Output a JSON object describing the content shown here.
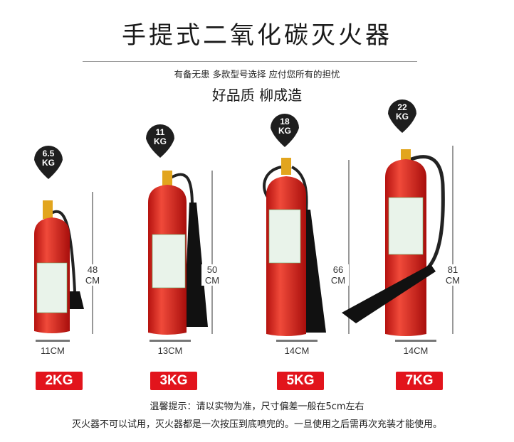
{
  "header": {
    "title": "手提式二氧化碳灭火器",
    "subtitle": "有备无患 多款型号选择 应付您所有的担忧",
    "slogan": "好品质 柳成造"
  },
  "products": [
    {
      "weight_tag": "6.5\nKG",
      "height": "48\nCM",
      "width": "11CM",
      "capacity": "2KG"
    },
    {
      "weight_tag": "11\nKG",
      "height": "50\nCM",
      "width": "13CM",
      "capacity": "3KG"
    },
    {
      "weight_tag": "18\nKG",
      "height": "66\nCM",
      "width": "14CM",
      "capacity": "5KG"
    },
    {
      "weight_tag": "22\nKG",
      "height": "81\nCM",
      "width": "14CM",
      "capacity": "7KG"
    }
  ],
  "notes": {
    "tip": "温馨提示：请以实物为准，尺寸偏差一般在5cm左右",
    "warning": "灭火器不可以试用，灭火器都是一次按压到底喷完的。一旦使用之后需再次充装才能使用。"
  },
  "colors": {
    "badge": "#e2141c",
    "body": "#d9221e",
    "marker": "#1e1e1e"
  }
}
